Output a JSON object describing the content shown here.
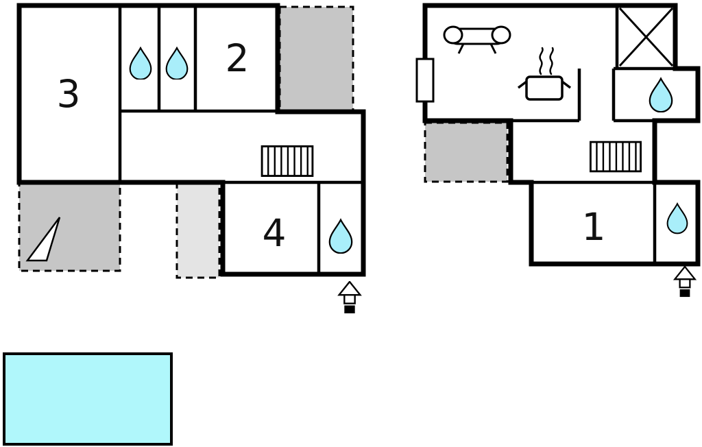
{
  "colors": {
    "wall": "#000000",
    "water_fill": "#a9eefa",
    "pool_fill": "#b0f7fb",
    "terrace_gray": "#c6c6c6",
    "terrace_light": "#e4e4e4",
    "background": "#ffffff"
  },
  "rooms": {
    "r1": "1",
    "r2": "2",
    "r3": "3",
    "r4": "4"
  },
  "icons": {
    "water_drop": "water-drop",
    "stairs": "stairs",
    "sofa": "sofa",
    "cooking_pot": "cooking-pot",
    "entrance": "entrance-arrow",
    "window": "window",
    "x_mark": "x-marked-cell",
    "triangle": "triangle-marker",
    "pool": "swimming-pool"
  }
}
